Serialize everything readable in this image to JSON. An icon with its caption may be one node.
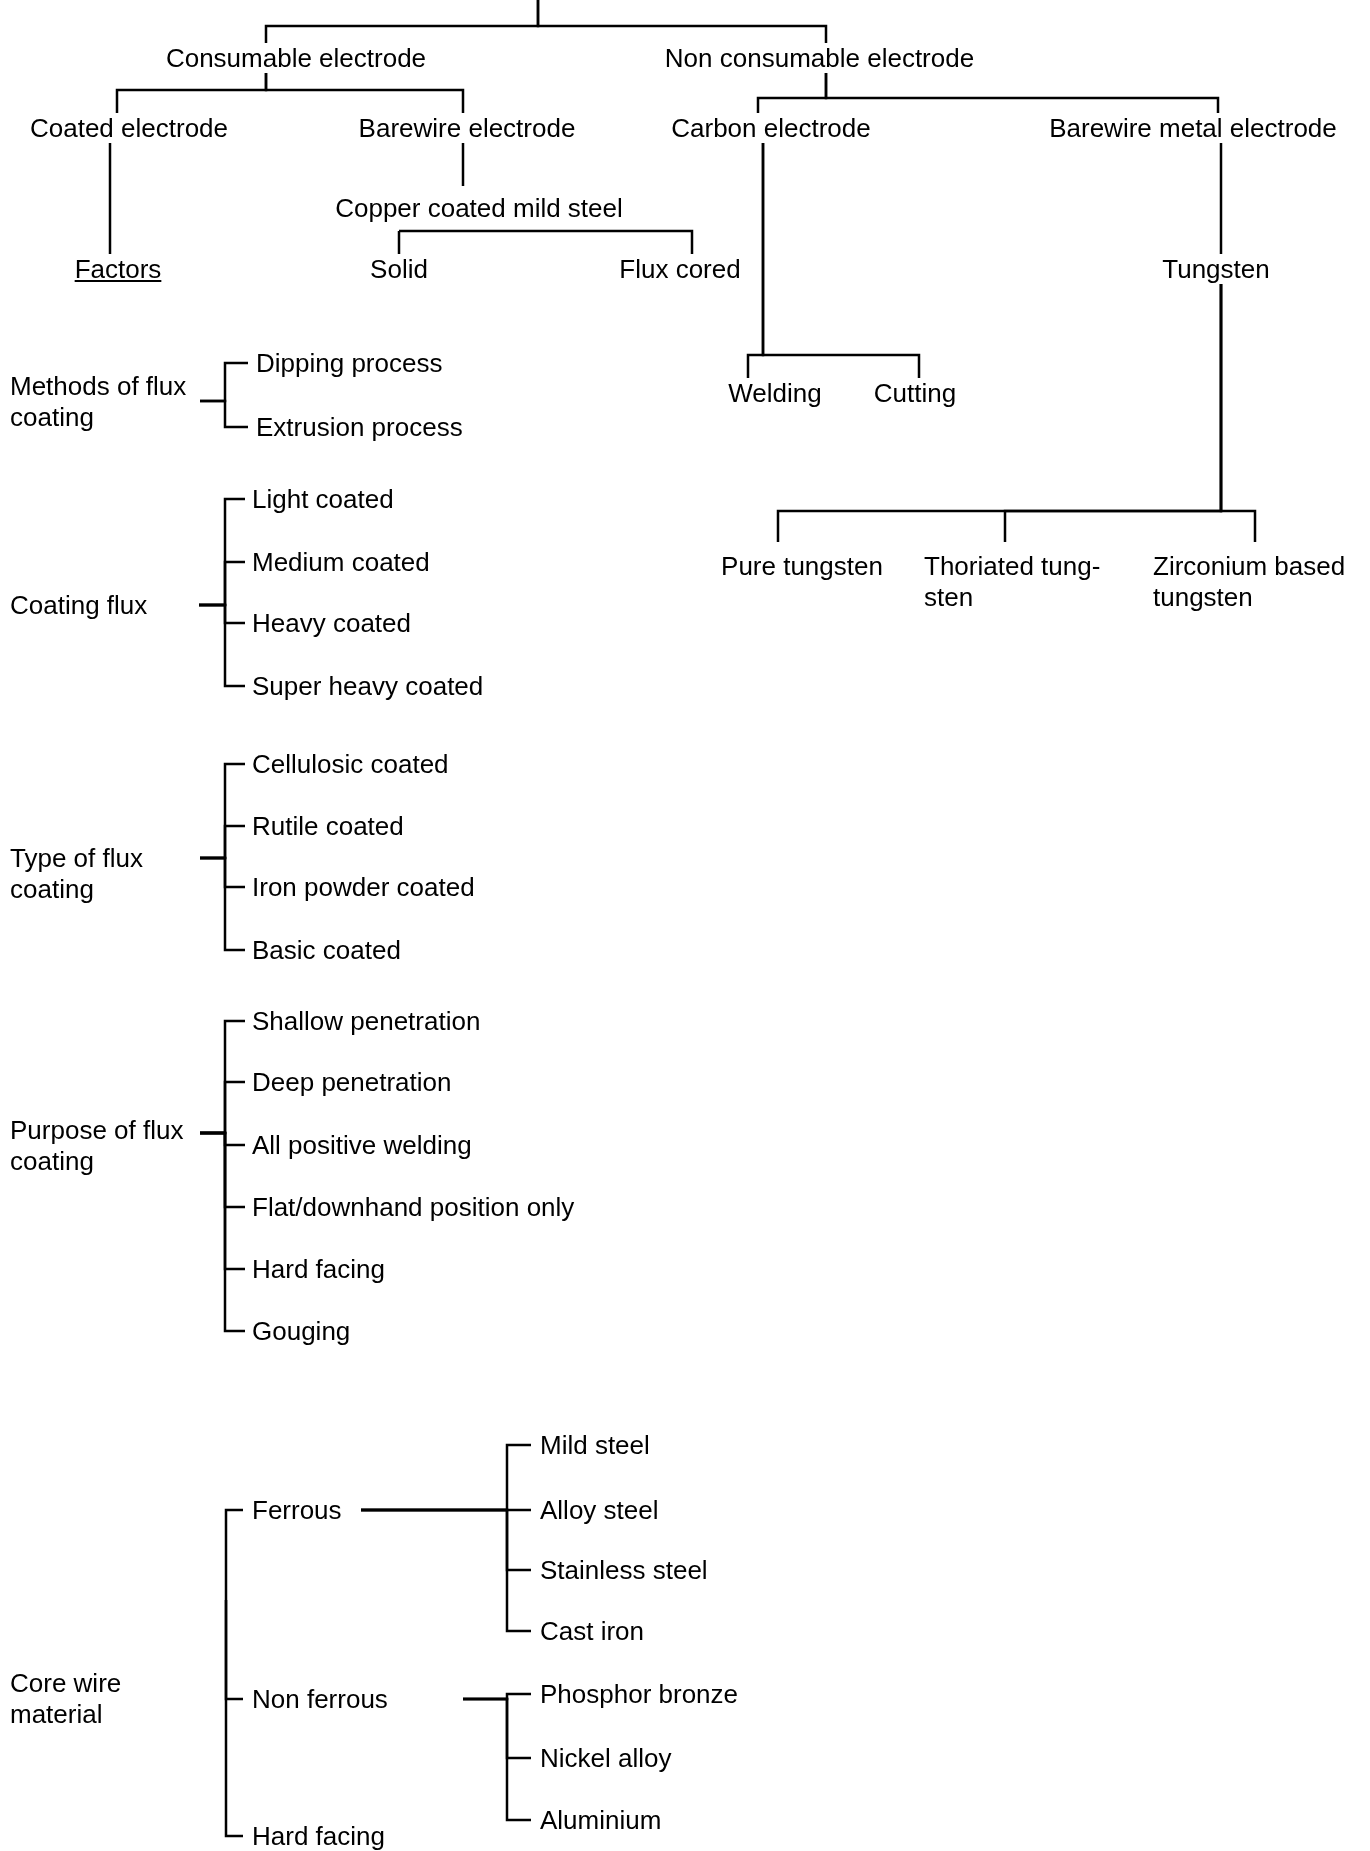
{
  "diagram": {
    "nodes": [
      {
        "text": [
          "Consumable electrode"
        ]
      },
      {
        "text": [
          "Non consumable electrode"
        ]
      },
      {
        "text": [
          "Coated electrode"
        ]
      },
      {
        "text": [
          "Barewire electrode"
        ]
      },
      {
        "text": [
          "Carbon electrode"
        ]
      },
      {
        "text": [
          "Barewire metal electrode"
        ]
      },
      {
        "text": [
          "Factors"
        ]
      },
      {
        "text": [
          "Copper coated mild steel"
        ]
      },
      {
        "text": [
          "Solid"
        ]
      },
      {
        "text": [
          "Flux cored"
        ]
      },
      {
        "text": [
          "Welding"
        ]
      },
      {
        "text": [
          "Cutting"
        ]
      },
      {
        "text": [
          "Tungsten"
        ]
      },
      {
        "text": [
          "Pure tungsten"
        ]
      },
      {
        "text": [
          "Thoriated tung- sten"
        ]
      },
      {
        "text": [
          "Zirconium based tungsten"
        ]
      },
      {
        "text": [
          "Methods of flux coating"
        ]
      },
      {
        "text": [
          "Dipping process"
        ]
      },
      {
        "text": [
          "Extrusion process"
        ]
      },
      {
        "text": [
          "Coating flux"
        ]
      },
      {
        "text": [
          "Light coated"
        ]
      },
      {
        "text": [
          "Medium coated"
        ]
      },
      {
        "text": [
          "Heavy coated"
        ]
      },
      {
        "text": [
          "Super heavy coated"
        ]
      },
      {
        "text": [
          "Type of flux coating"
        ]
      },
      {
        "text": [
          "Cellulosic coated"
        ]
      },
      {
        "text": [
          "Rutile coated"
        ]
      },
      {
        "text": [
          "Iron powder coated"
        ]
      },
      {
        "text": [
          "Basic coated"
        ]
      },
      {
        "text": [
          "Purpose of flux coating"
        ]
      },
      {
        "text": [
          "Shallow penetration"
        ]
      },
      {
        "text": [
          "Deep penetration"
        ]
      },
      {
        "text": [
          "All positive welding"
        ]
      },
      {
        "text": [
          "Flat/downhand position only"
        ]
      },
      {
        "text": [
          "Hard facing"
        ]
      },
      {
        "text": [
          "Gouging"
        ]
      },
      {
        "text": [
          "Ferrous"
        ]
      },
      {
        "text": [
          "Non ferrous"
        ]
      },
      {
        "text": [
          "Hard facing"
        ]
      },
      {
        "text": [
          "Mild steel"
        ]
      },
      {
        "text": [
          "Alloy steel"
        ]
      },
      {
        "text": [
          "Stainless steel"
        ]
      },
      {
        "text": [
          "Cast iron"
        ]
      },
      {
        "text": [
          "Phosphor bronze"
        ]
      },
      {
        "text": [
          "Nickel alloy"
        ]
      },
      {
        "text": [
          "Aluminium"
        ]
      }
    ],
    "edges": [
      {
        "from": null,
        "to": 0,
        "arrow": "none"
      },
      {
        "from": null,
        "to": 1,
        "arrow": "none"
      },
      {
        "from": 0,
        "to": 2,
        "arrow": "none"
      },
      {
        "from": 0,
        "to": 3,
        "arrow": "none"
      },
      {
        "from": 1,
        "to": 4,
        "arrow": "none"
      },
      {
        "from": 1,
        "to": 5,
        "arrow": "none"
      },
      {
        "from": 2,
        "to": 6,
        "arrow": "none"
      },
      {
        "from": 3,
        "to": 7,
        "arrow": "none"
      },
      {
        "from": 7,
        "to": 8,
        "arrow": "none"
      },
      {
        "from": 7,
        "to": 9,
        "arrow": "none"
      },
      {
        "from": 4,
        "to": 10,
        "arrow": "none"
      },
      {
        "from": 4,
        "to": 11,
        "arrow": "none"
      },
      {
        "from": 5,
        "to": 12,
        "arrow": "none"
      },
      {
        "from": 12,
        "to": 13,
        "arrow": "none"
      },
      {
        "from": 12,
        "to": 14,
        "arrow": "none"
      },
      {
        "from": 12,
        "to": 15,
        "arrow": "none"
      },
      {
        "from": 16,
        "to": 17,
        "arrow": "none"
      },
      {
        "from": 16,
        "to": 18,
        "arrow": "none"
      },
      {
        "from": 19,
        "to": 20,
        "arrow": "none"
      },
      {
        "from": 19,
        "to": 21,
        "arrow": "none"
      },
      {
        "from": 19,
        "to": 22,
        "arrow": "none"
      },
      {
        "from": 19,
        "to": 23,
        "arrow": "none"
      },
      {
        "from": 24,
        "to": 25,
        "arrow": "none"
      },
      {
        "from": 24,
        "to": 26,
        "arrow": "none"
      },
      {
        "from": 24,
        "to": 27,
        "arrow": "none"
      },
      {
        "from": 24,
        "to": 28,
        "arrow": "none"
      },
      {
        "from": 29,
        "to": 30,
        "arrow": "none"
      },
      {
        "from": 29,
        "to": 31,
        "arrow": "none"
      },
      {
        "from": 29,
        "to": 32,
        "arrow": "none"
      },
      {
        "from": 29,
        "to": 33,
        "arrow": "none"
      },
      {
        "from": 29,
        "to": 34,
        "arrow": "none"
      },
      {
        "from": 29,
        "to": 35,
        "arrow": "none"
      },
      {
        "from": null,
        "to": 36,
        "arrow": "none"
      },
      {
        "from": null,
        "to": 37,
        "arrow": "none"
      },
      {
        "from": null,
        "to": 38,
        "arrow": "none"
      },
      {
        "from": 36,
        "to": 39,
        "arrow": "none"
      },
      {
        "from": 36,
        "to": 40,
        "arrow": "none"
      },
      {
        "from": 36,
        "to": 41,
        "arrow": "none"
      },
      {
        "from": 36,
        "to": 42,
        "arrow": "none"
      },
      {
        "from": 37,
        "to": 43,
        "arrow": "none"
      },
      {
        "from": 37,
        "to": 44,
        "arrow": "none"
      },
      {
        "from": 37,
        "to": 45,
        "arrow": "none"
      }
    ],
    "labels": [
      "Core wire material"
    ]
  }
}
